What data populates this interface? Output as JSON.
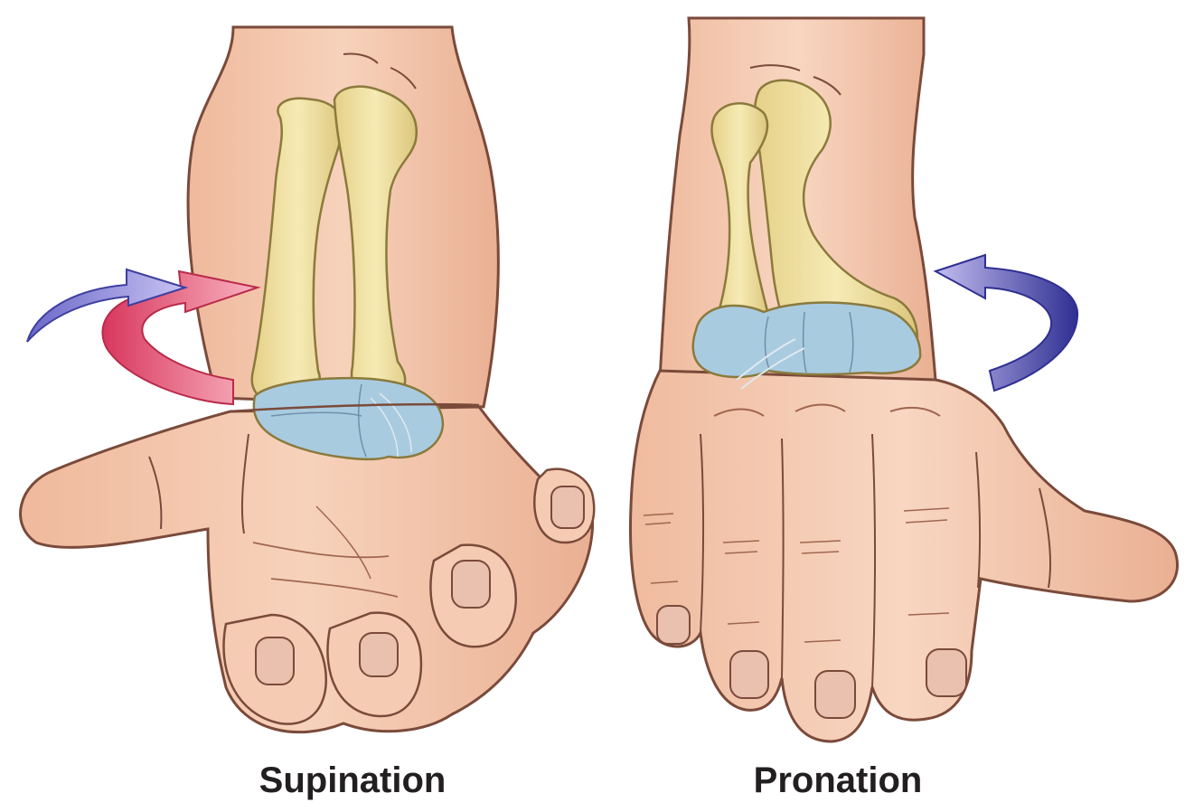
{
  "labels": {
    "left": "Supination",
    "right": "Pronation"
  },
  "colors": {
    "background": "#ffffff",
    "skin": "#f4c8ac",
    "skin_shadow": "#e2a98c",
    "outline": "#7a4a3a",
    "bone": "#efdf9c",
    "bone_outline": "#8a7a3c",
    "carpal": "#a9cbe0",
    "arrow_pink": "#e04a6a",
    "arrow_pink_light": "#f7a9b8",
    "arrow_purple": "#3f3fa0",
    "arrow_purple_light": "#b3acea",
    "label": "#231f20"
  },
  "figures": [
    {
      "name": "supination-arm",
      "icon": "supinated-hand-with-forearm-bones"
    },
    {
      "name": "pronation-arm",
      "icon": "pronated-hand-with-crossed-forearm-bones"
    }
  ]
}
